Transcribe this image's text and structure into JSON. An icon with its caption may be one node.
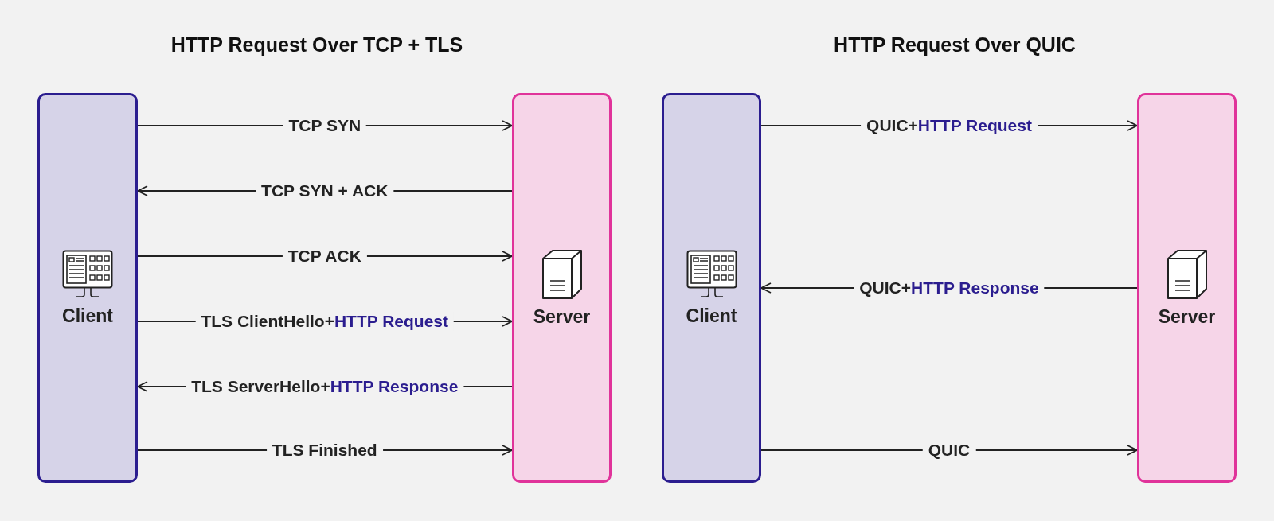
{
  "diagram": {
    "nodes": [
      {
        "text": [
          "Client"
        ]
      },
      {
        "text": [
          "Server"
        ]
      },
      {
        "text": [
          "Client"
        ]
      },
      {
        "text": [
          "Server"
        ]
      }
    ],
    "edges": [
      {
        "from": 0,
        "to": 1,
        "arrow": "to",
        "label": "TCP SYN"
      },
      {
        "from": 1,
        "to": 0,
        "arrow": "to",
        "label": "TCP SYN + ACK"
      },
      {
        "from": 0,
        "to": 1,
        "arrow": "to",
        "label": "TCP ACK"
      },
      {
        "from": 0,
        "to": 1,
        "arrow": "to",
        "label": "TLS ClientHello+**HTTP Request**"
      },
      {
        "from": 1,
        "to": 0,
        "arrow": "to",
        "label": "TLS ServerHello+**HTTP Response**"
      },
      {
        "from": 0,
        "to": 1,
        "arrow": "to",
        "label": "TLS Finished"
      },
      {
        "from": 2,
        "to": 3,
        "arrow": "to",
        "label": "QUIC+**HTTP Request**"
      },
      {
        "from": 3,
        "to": 2,
        "arrow": "to",
        "label": "QUIC+**HTTP Response**"
      },
      {
        "from": 2,
        "to": 3,
        "arrow": "to",
        "label": "QUIC"
      }
    ],
    "labels": [
      "HTTP Request Over TCP + TLS",
      "HTTP Request Over QUIC"
    ]
  }
}
